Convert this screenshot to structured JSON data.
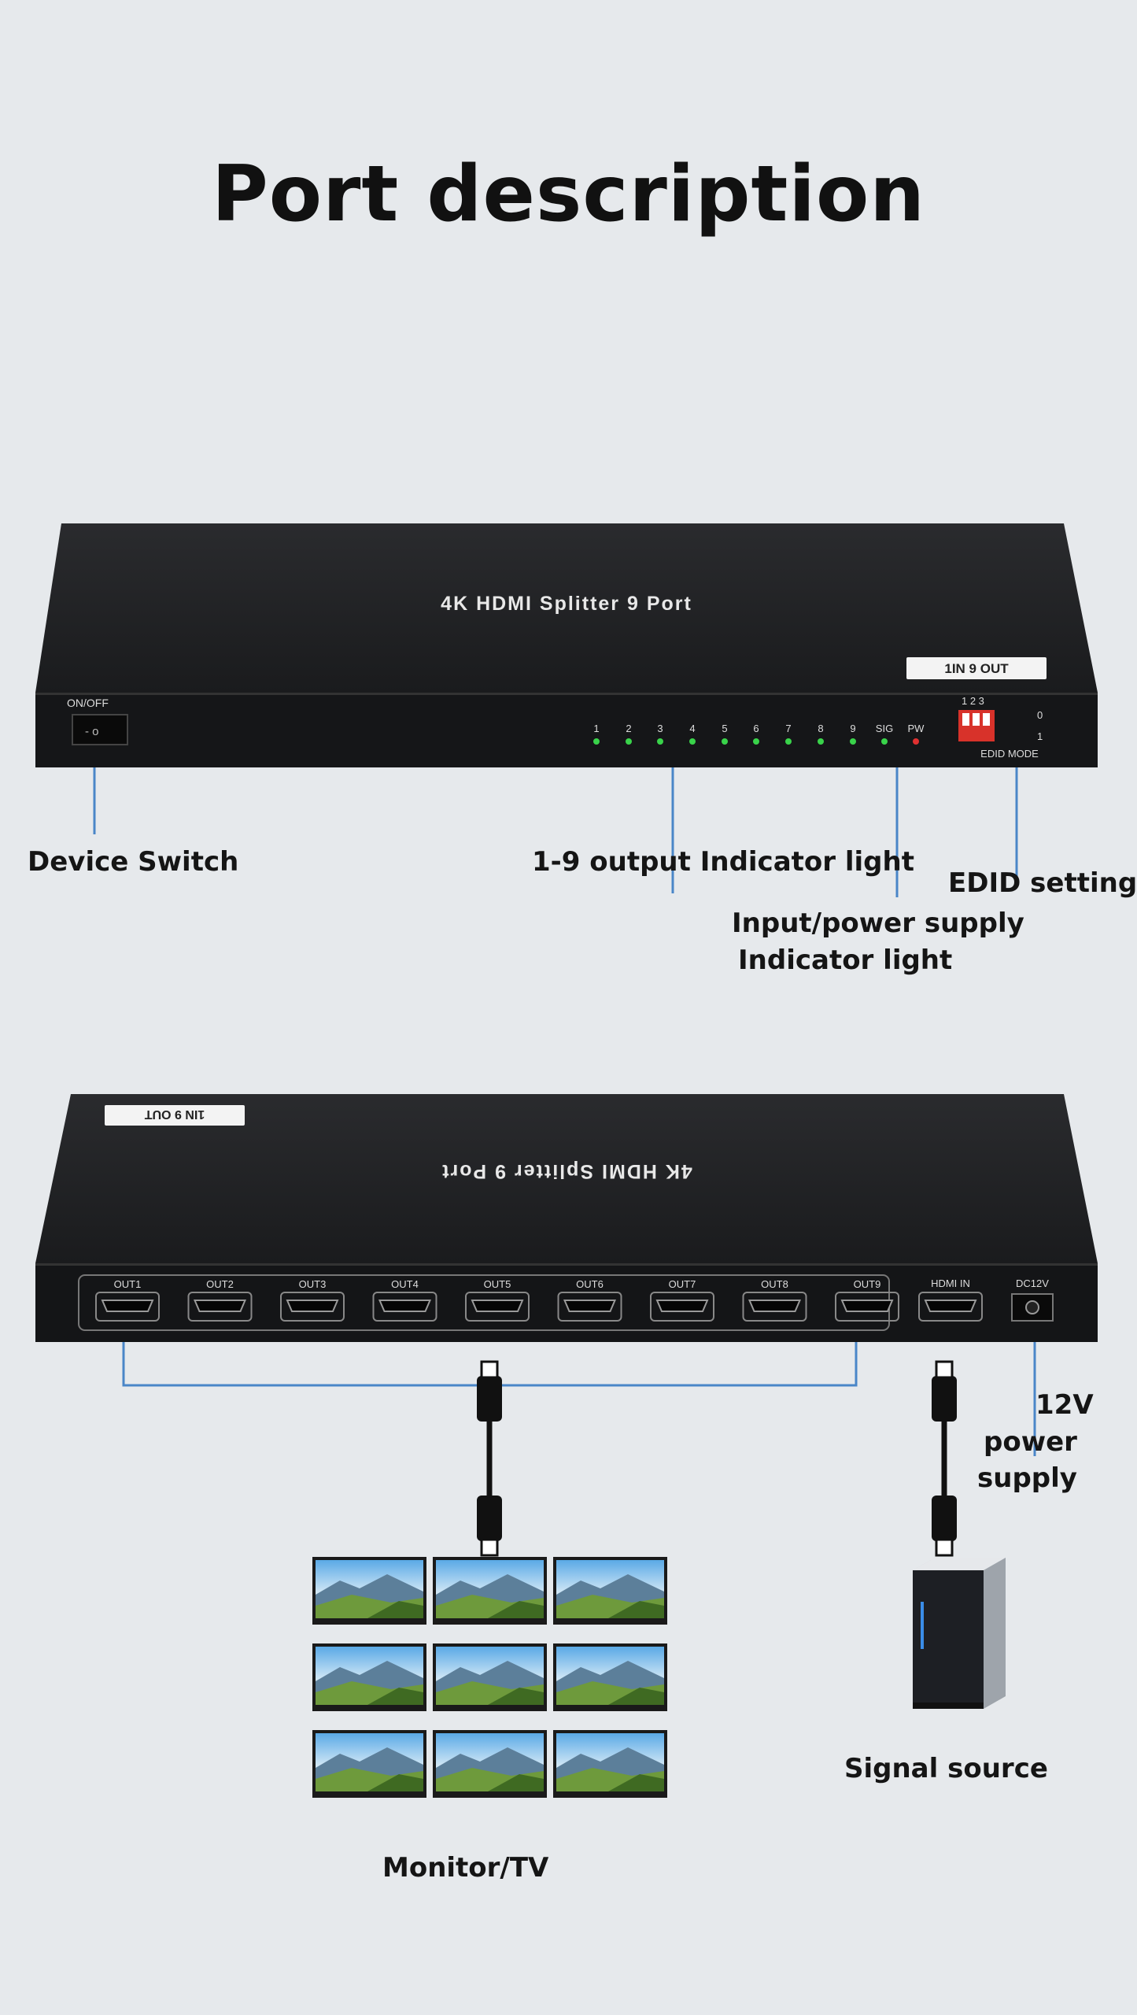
{
  "title": "Port description",
  "front_panel": {
    "device_name": "4K HDMI Splitter 9 Port",
    "badge": "1IN 9 OUT",
    "switch_label": "ON/OFF",
    "indicator_labels": [
      "1",
      "2",
      "3",
      "4",
      "5",
      "6",
      "7",
      "8",
      "9",
      "SIG",
      "PW"
    ],
    "edid_numbers": "1 2 3",
    "edid_on": "0",
    "edid_off": "1",
    "edid_mode": "EDID MODE"
  },
  "callouts": {
    "device_switch": "Device Switch",
    "output_indicator": "1-9 output Indicator light",
    "edid_settings": "EDID settings",
    "input_power_line1": "Input/power supply",
    "input_power_line2": "Indicator light"
  },
  "back_panel": {
    "device_name": "4K HDMI Splitter 9 Port",
    "badge": "1IN 9 OUT",
    "outputs": [
      "OUT1",
      "OUT2",
      "OUT3",
      "OUT4",
      "OUT5",
      "OUT6",
      "OUT7",
      "OUT8",
      "OUT9"
    ],
    "hdmi_in": "HDMI IN",
    "dc": "DC12V"
  },
  "bottom_labels": {
    "power_line1": "12V",
    "power_line2": "power",
    "power_line3": "supply",
    "signal_source": "Signal source",
    "monitor": "Monitor/TV"
  },
  "colors": {
    "background": "#e6e9ec",
    "device": "#1b1c1e",
    "connector_line": "#4a86c8",
    "led_green": "#39d34a",
    "led_red": "#e03030",
    "edid_switch": "#d8322a"
  }
}
